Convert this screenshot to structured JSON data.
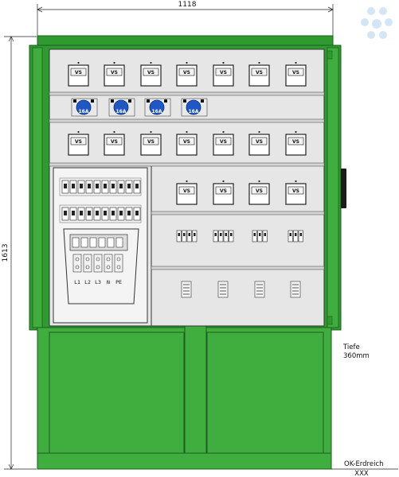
{
  "dimensions": {
    "width_label": "1118",
    "height_label": "1613"
  },
  "notes": {
    "depth_label": "Tiefe",
    "depth_value": "360mm",
    "ground_label": "OK-Erdreich",
    "ground_mark": "XXX"
  },
  "meter_label": "VS",
  "socket_rating": "16A",
  "terminal_labels": [
    "L1",
    "L2",
    "L3",
    "N",
    "PE"
  ],
  "colors": {
    "enclosure": "#2f9a2f",
    "base": "#3fae3f",
    "panel": "#e6e6e6",
    "socket": "#1f57c7",
    "logo": "#d6e8f7"
  },
  "icons": {
    "logo": "water-tap-logo-icon",
    "door-lock": "door-lock-icon"
  }
}
